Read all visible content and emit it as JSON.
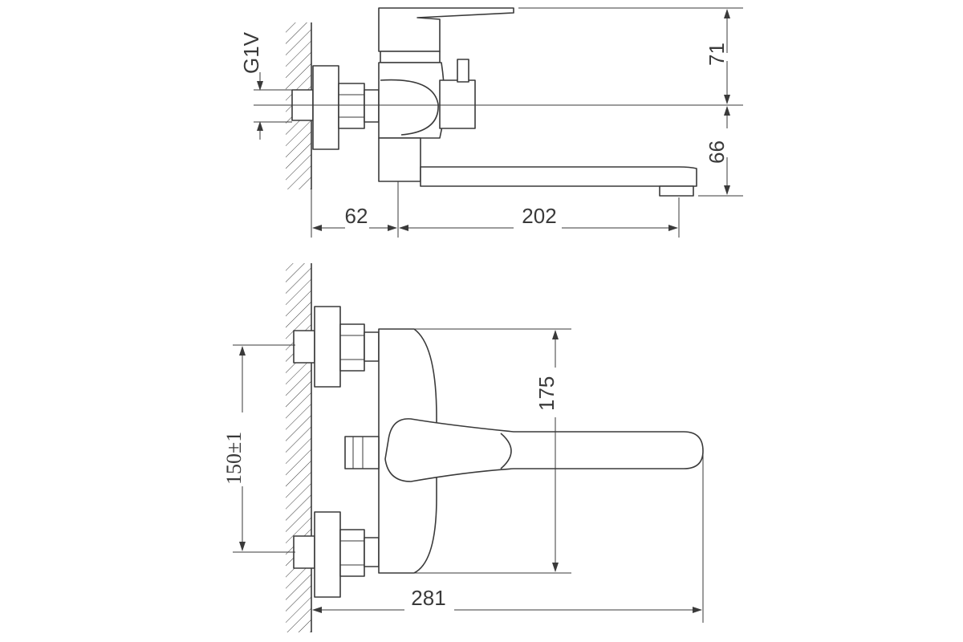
{
  "dimensions": {
    "thread": "G1V",
    "height_upper": "71",
    "height_lower": "66",
    "wall_offset": "62",
    "spout_reach": "202",
    "body_height": "175",
    "inlet_spacing": "150±1",
    "total_length": "281"
  },
  "colors": {
    "line": "#3a3a3a",
    "background": "#ffffff"
  }
}
